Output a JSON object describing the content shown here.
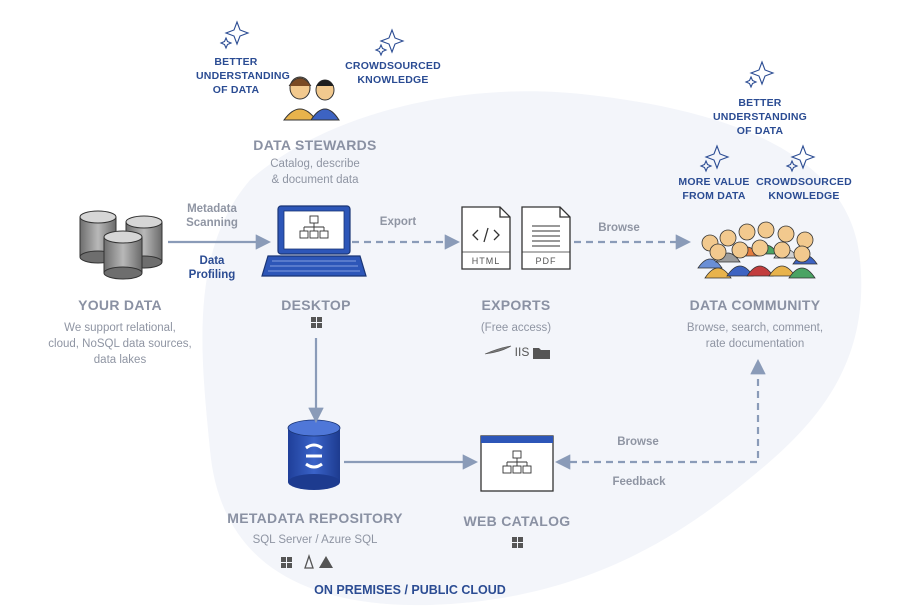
{
  "stewards": {
    "badge_left": [
      "BETTER",
      "UNDERSTANDING",
      "OF DATA"
    ],
    "badge_right": [
      "CROWDSOURCED",
      "KNOWLEDGE"
    ],
    "title": "DATA STEWARDS",
    "desc": [
      "Catalog, describe",
      "& document data"
    ]
  },
  "community_badges": {
    "top": [
      "BETTER",
      "UNDERSTANDING",
      "OF DATA"
    ],
    "left": [
      "MORE VALUE",
      "FROM DATA"
    ],
    "right": [
      "CROWDSOURCED",
      "KNOWLEDGE"
    ]
  },
  "your_data": {
    "title": "YOUR DATA",
    "desc": [
      "We support relational,",
      "cloud, NoSQL data sources,",
      "data lakes"
    ]
  },
  "desktop": {
    "title": "DESKTOP"
  },
  "exports": {
    "title": "EXPORTS",
    "desc": "(Free access)",
    "html_label": "HTML",
    "pdf_label": "PDF",
    "iis_label": "IIS"
  },
  "community": {
    "title": "DATA COMMUNITY",
    "desc": [
      "Browse, search, comment,",
      "rate documentation"
    ]
  },
  "repository": {
    "title": "METADATA REPOSITORY",
    "desc": "SQL Server / Azure SQL"
  },
  "web_catalog": {
    "title": "WEB CATALOG"
  },
  "arrows": {
    "metadata_scanning": [
      "Metadata",
      "Scanning"
    ],
    "data_profiling": [
      "Data",
      "Profiling"
    ],
    "export": "Export",
    "browse_top": "Browse",
    "browse_bottom": "Browse",
    "feedback": "Feedback"
  },
  "footer": "ON PREMISES / PUBLIC CLOUD",
  "colors": {
    "accent": "#2b4c93",
    "title_gray": "#8a91a3",
    "arrow": "#8a9bb8",
    "blob": "#f3f5fa"
  }
}
